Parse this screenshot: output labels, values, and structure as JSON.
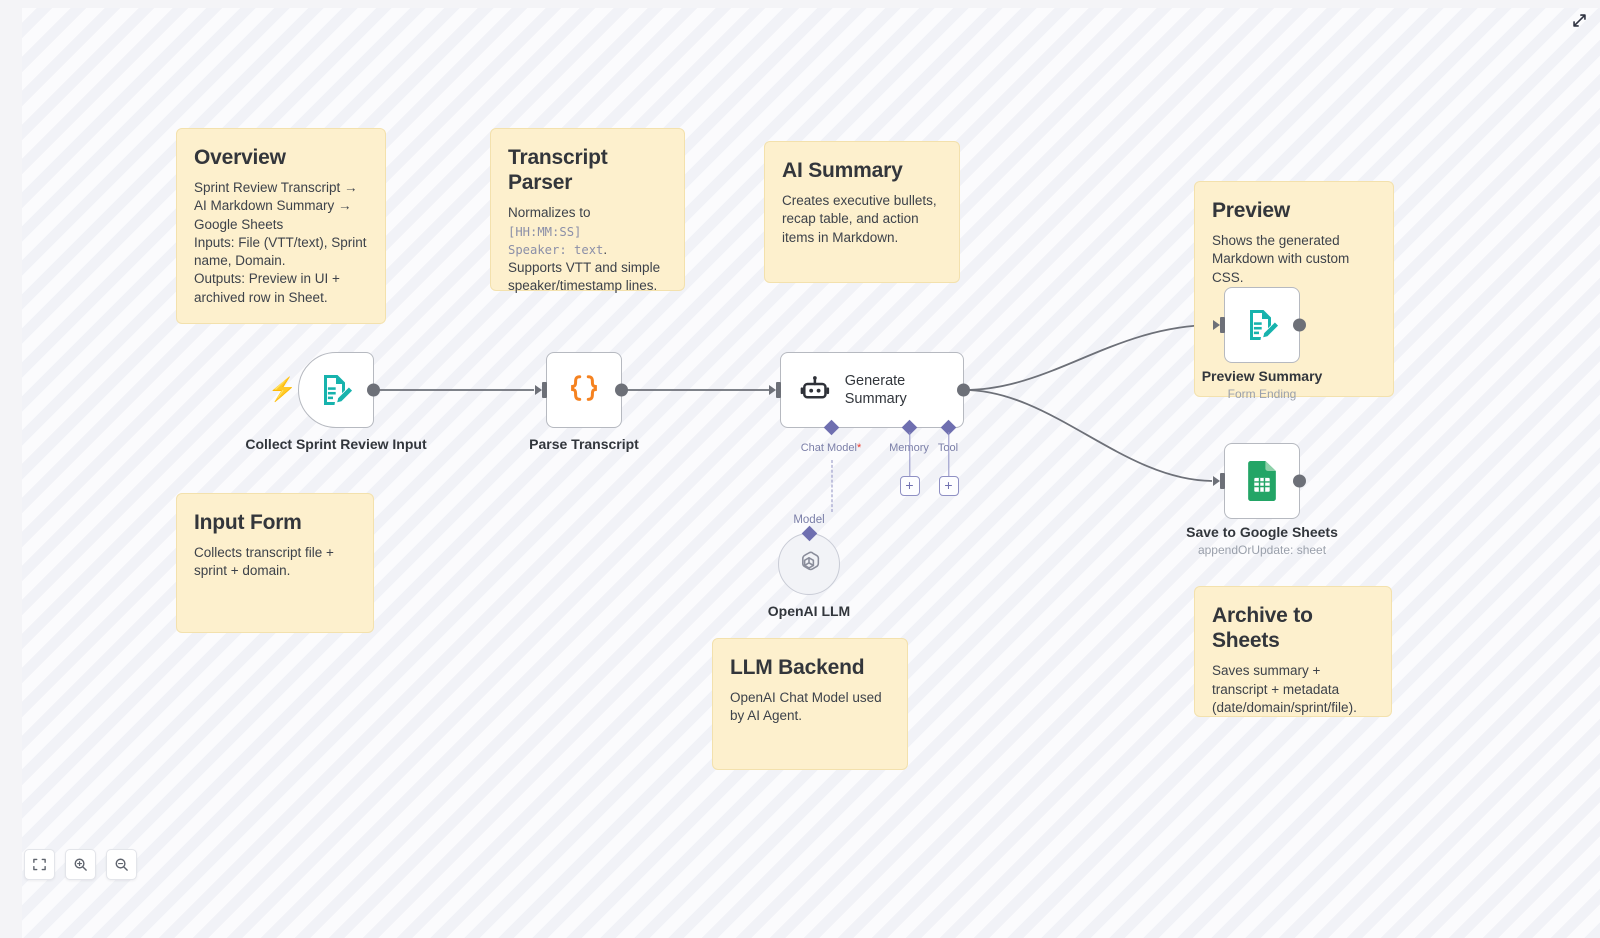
{
  "canvas": {
    "background_stripe_light": "#fbfbfd",
    "background_stripe_dark": "#f1f2f7",
    "sticky_fill": "#fdf0cd",
    "sticky_border": "#f3e1ad"
  },
  "toolbar": {
    "expand_icon": "expand-diagonal-icon",
    "fit_view_label": "fit-to-view",
    "zoom_in_label": "zoom-in",
    "zoom_out_label": "zoom-out"
  },
  "notes": {
    "overview": {
      "title": "Overview",
      "body": "Sprint Review Transcript → AI Markdown Summary → Google Sheets\nInputs: File (VTT/text), Sprint name, Domain.\nOutputs: Preview in UI + archived row in Sheet."
    },
    "transcript_parser": {
      "title": "Transcript Parser",
      "line1_prefix": "Normalizes to ",
      "code1": "[HH:MM:SS]",
      "code2": "Speaker: text",
      "line1_suffix": ".",
      "line2": "Supports VTT and simple speaker/timestamp lines."
    },
    "ai_summary": {
      "title": "AI Summary",
      "body": "Creates executive bullets, recap table, and action items in Markdown."
    },
    "preview": {
      "title": "Preview",
      "body": "Shows the generated Markdown with custom CSS."
    },
    "input_form": {
      "title": "Input Form",
      "body": "Collects transcript file + sprint + domain."
    },
    "llm_backend": {
      "title": "LLM Backend",
      "body": "OpenAI Chat Model used by AI Agent."
    },
    "archive": {
      "title": "Archive to Sheets",
      "body": "Saves summary + transcript + metadata (date/domain/sprint/file)."
    }
  },
  "nodes": {
    "collect": {
      "label": "Collect Sprint Review Input",
      "icon": "form-edit-icon",
      "icon_color": "#17b3ad",
      "trigger_icon": "lightning-bolt-icon"
    },
    "parse": {
      "label": "Parse Transcript",
      "icon": "code-braces-icon",
      "icon_color": "#f58220"
    },
    "agent": {
      "label": "Generate Summary",
      "icon": "robot-icon",
      "subports": [
        {
          "name": "Chat Model",
          "required": true
        },
        {
          "name": "Memory",
          "required": false
        },
        {
          "name": "Tool",
          "required": false
        }
      ]
    },
    "llm": {
      "label": "OpenAI LLM",
      "icon": "openai-icon",
      "connector_label": "Model"
    },
    "preview_summary": {
      "label": "Preview Summary",
      "sublabel": "Form Ending",
      "icon": "form-edit-icon",
      "icon_color": "#17b3ad"
    },
    "sheets": {
      "label": "Save to Google Sheets",
      "sublabel": "appendOrUpdate: sheet",
      "icon": "google-sheets-icon",
      "icon_color": "#23a566"
    }
  }
}
